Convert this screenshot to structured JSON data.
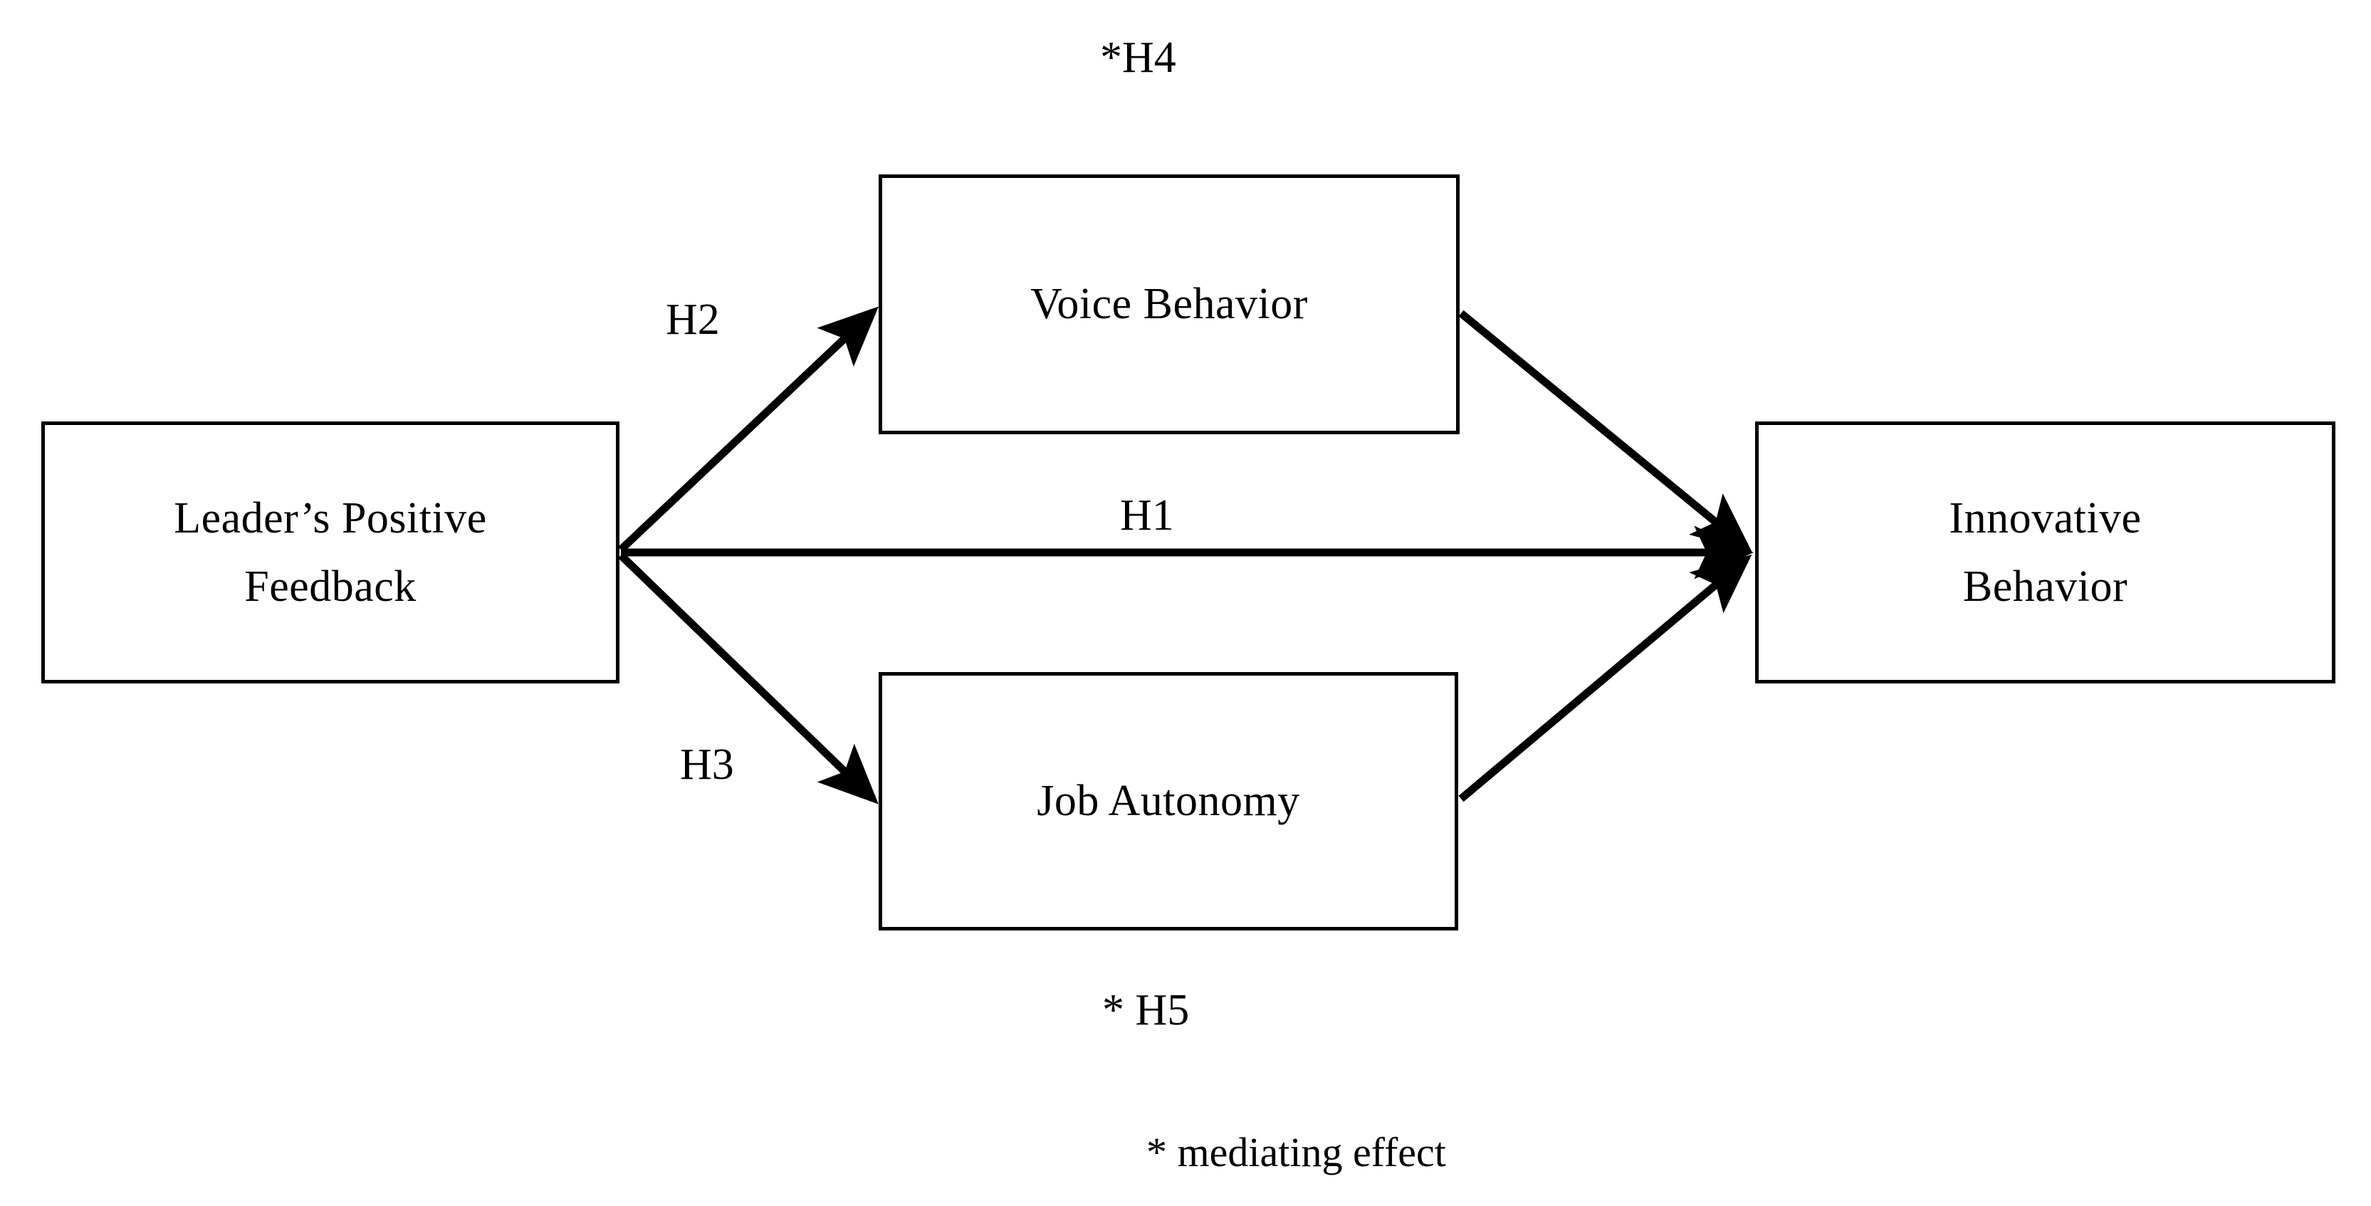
{
  "figure": {
    "type": "research-model-path-diagram",
    "background_color": "#ffffff",
    "line_color": "#000000"
  },
  "nodes": [
    {
      "id": "leaders-positive-feedback",
      "lines": [
        "Leader’s Positive",
        "Feedback"
      ],
      "role": "independent-variable"
    },
    {
      "id": "voice-behavior",
      "lines": [
        "Voice Behavior"
      ],
      "role": "mediator"
    },
    {
      "id": "job-autonomy",
      "lines": [
        "Job Autonomy"
      ],
      "role": "mediator"
    },
    {
      "id": "innovative-behavior",
      "lines": [
        "Innovative",
        "Behavior"
      ],
      "role": "dependent-variable"
    }
  ],
  "edges": [
    {
      "id": "h1",
      "label": "H1",
      "from": "leaders-positive-feedback",
      "to": "innovative-behavior"
    },
    {
      "id": "h2",
      "label": "H2",
      "from": "leaders-positive-feedback",
      "to": "voice-behavior"
    },
    {
      "id": "h3",
      "label": "H3",
      "from": "leaders-positive-feedback",
      "to": "job-autonomy"
    },
    {
      "id": "h4",
      "label": "*H4",
      "from": "voice-behavior",
      "to": "innovative-behavior"
    },
    {
      "id": "h5",
      "label": "* H5",
      "from": "job-autonomy",
      "to": "innovative-behavior"
    }
  ],
  "legend": {
    "note": "* mediating effect"
  }
}
